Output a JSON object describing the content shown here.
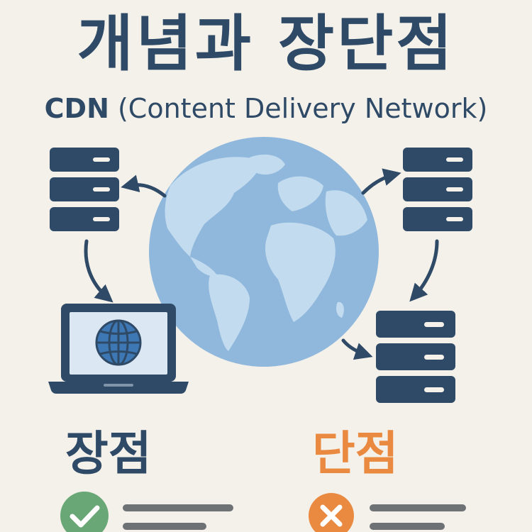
{
  "header": {
    "title": "개념과 장단점",
    "subtitle_abbr": "CDN",
    "subtitle_full": "(Content Delivery Network)"
  },
  "sections": {
    "pros_title": "장점",
    "cons_title": "단점"
  },
  "icons": {
    "globe": "globe-icon",
    "server": "server-icon",
    "laptop": "laptop-icon",
    "check": "check-icon",
    "cross": "x-icon"
  },
  "colors": {
    "background": "#f4f1ea",
    "primary": "#2f4a66",
    "globe_ocean": "#8fb8dc",
    "globe_land": "#c3dbef",
    "pros_accent": "#6aa776",
    "cons_accent": "#e98a40",
    "placeholder_line": "#6f7275"
  }
}
